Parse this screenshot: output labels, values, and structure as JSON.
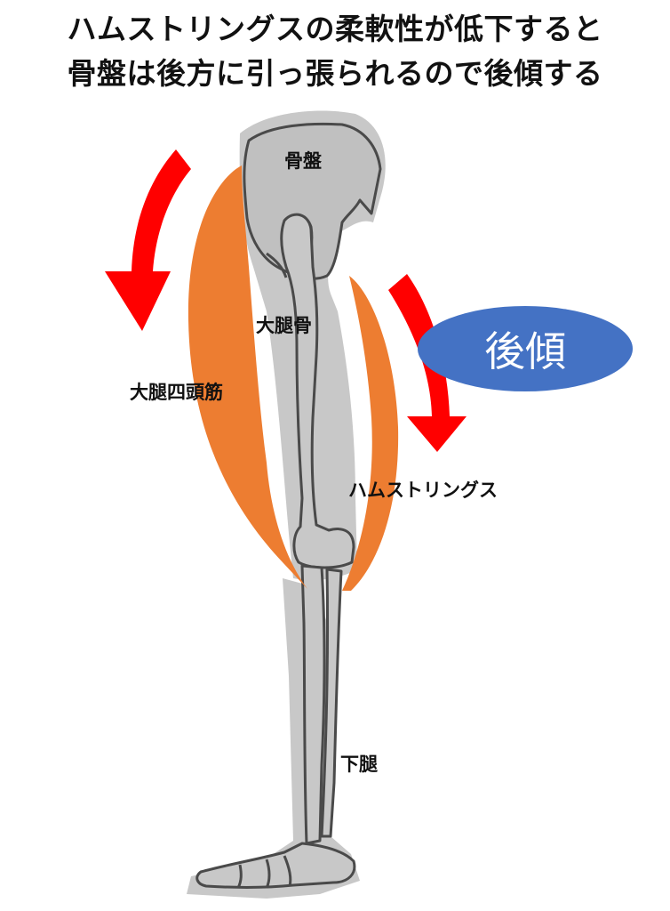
{
  "title": {
    "line1": "ハムストリングスの柔軟性が低下すると",
    "line2": "骨盤は後方に引っ張られるので後傾する"
  },
  "labels": {
    "pelvis": "骨盤",
    "femur": "大腿骨",
    "quadriceps": "大腿四頭筋",
    "hamstrings": "ハムストリングス",
    "lower_leg": "下腿"
  },
  "bubble": {
    "text": "後傾"
  },
  "colors": {
    "bone_fill": "#c8c8c8",
    "bone_stroke": "#4a4a4a",
    "muscle": "#ed7d31",
    "arrow": "#ff0000",
    "bubble": "#4472c4"
  }
}
